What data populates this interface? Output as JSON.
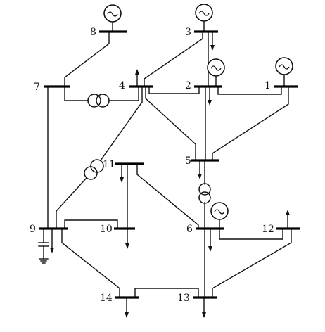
{
  "diagram": {
    "buses": [
      {
        "id": "bus-1",
        "label": "1"
      },
      {
        "id": "bus-2",
        "label": "2"
      },
      {
        "id": "bus-3",
        "label": "3"
      },
      {
        "id": "bus-4",
        "label": "4"
      },
      {
        "id": "bus-5",
        "label": "5"
      },
      {
        "id": "bus-6",
        "label": "6"
      },
      {
        "id": "bus-7",
        "label": "7"
      },
      {
        "id": "bus-8",
        "label": "8"
      },
      {
        "id": "bus-9",
        "label": "9"
      },
      {
        "id": "bus-10",
        "label": "10"
      },
      {
        "id": "bus-11",
        "label": "11"
      },
      {
        "id": "bus-12",
        "label": "12"
      },
      {
        "id": "bus-13",
        "label": "13"
      },
      {
        "id": "bus-14",
        "label": "14"
      }
    ]
  }
}
